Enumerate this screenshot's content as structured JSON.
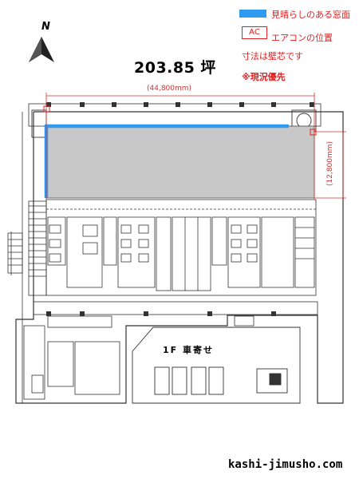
{
  "compass": {
    "label": "N"
  },
  "legend": {
    "window_label": "見晴らしのある窓面",
    "window_color": "#2f9bf0",
    "ac_box_label": "AC",
    "ac_label": "エアコンの位置",
    "note_dimensions": "寸法は壁芯です",
    "note_priority": "※現況優先"
  },
  "plan": {
    "area": "203.85 坪",
    "width_dimension": "(44,800mm)",
    "depth_dimension": "(12,800mm)",
    "driveway_label": "1F  車寄せ",
    "leased_area_color": "#c8c8c8"
  },
  "footer": {
    "site": "kashi-jimusho.com"
  }
}
